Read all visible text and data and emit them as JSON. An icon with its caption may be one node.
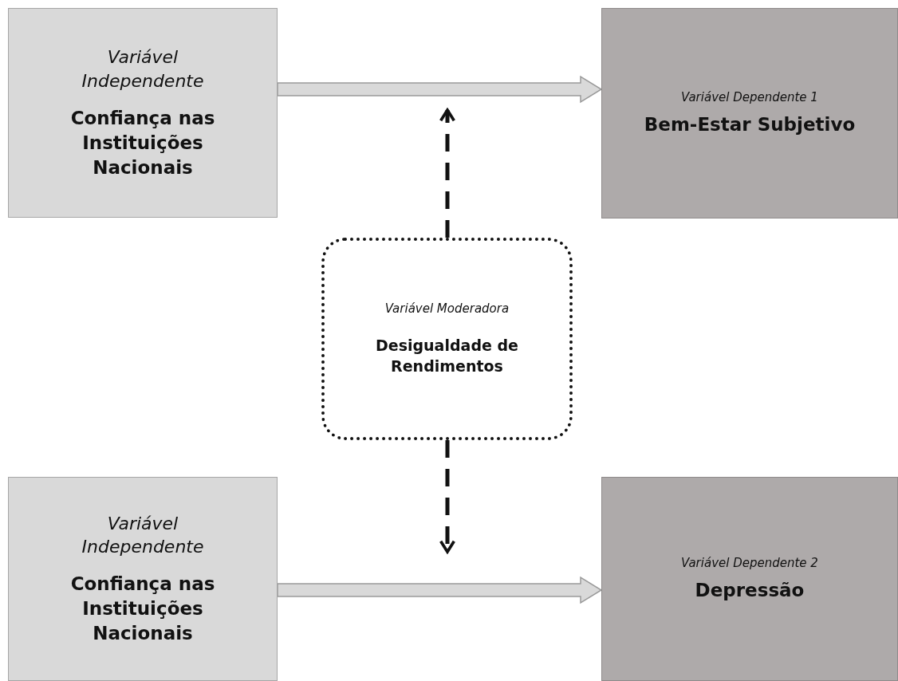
{
  "diagram": {
    "nodes": [
      {
        "text": [
          "Variável Independente",
          "Confiança nas Instituições Nacionais"
        ]
      },
      {
        "text": [
          "Variável Dependente 1",
          "Bem-Estar Subjetivo"
        ]
      },
      {
        "text": [
          "Variável Moderadora",
          "Desigualdade de Rendimentos"
        ]
      },
      {
        "text": [
          "Variável Independente",
          "Confiança nas Instituições Nacionais"
        ]
      },
      {
        "text": [
          "Variável Dependente 2",
          "Depressão"
        ]
      }
    ],
    "edges": [
      {
        "from": 0,
        "to": 1,
        "arrow": "to",
        "style": "thick"
      },
      {
        "from": 2,
        "to": null,
        "arrow": "to",
        "style": "dashed"
      },
      {
        "from": 2,
        "to": null,
        "arrow": "to",
        "style": "dashed"
      },
      {
        "from": 3,
        "to": 4,
        "arrow": "to",
        "style": "thick"
      }
    ]
  }
}
